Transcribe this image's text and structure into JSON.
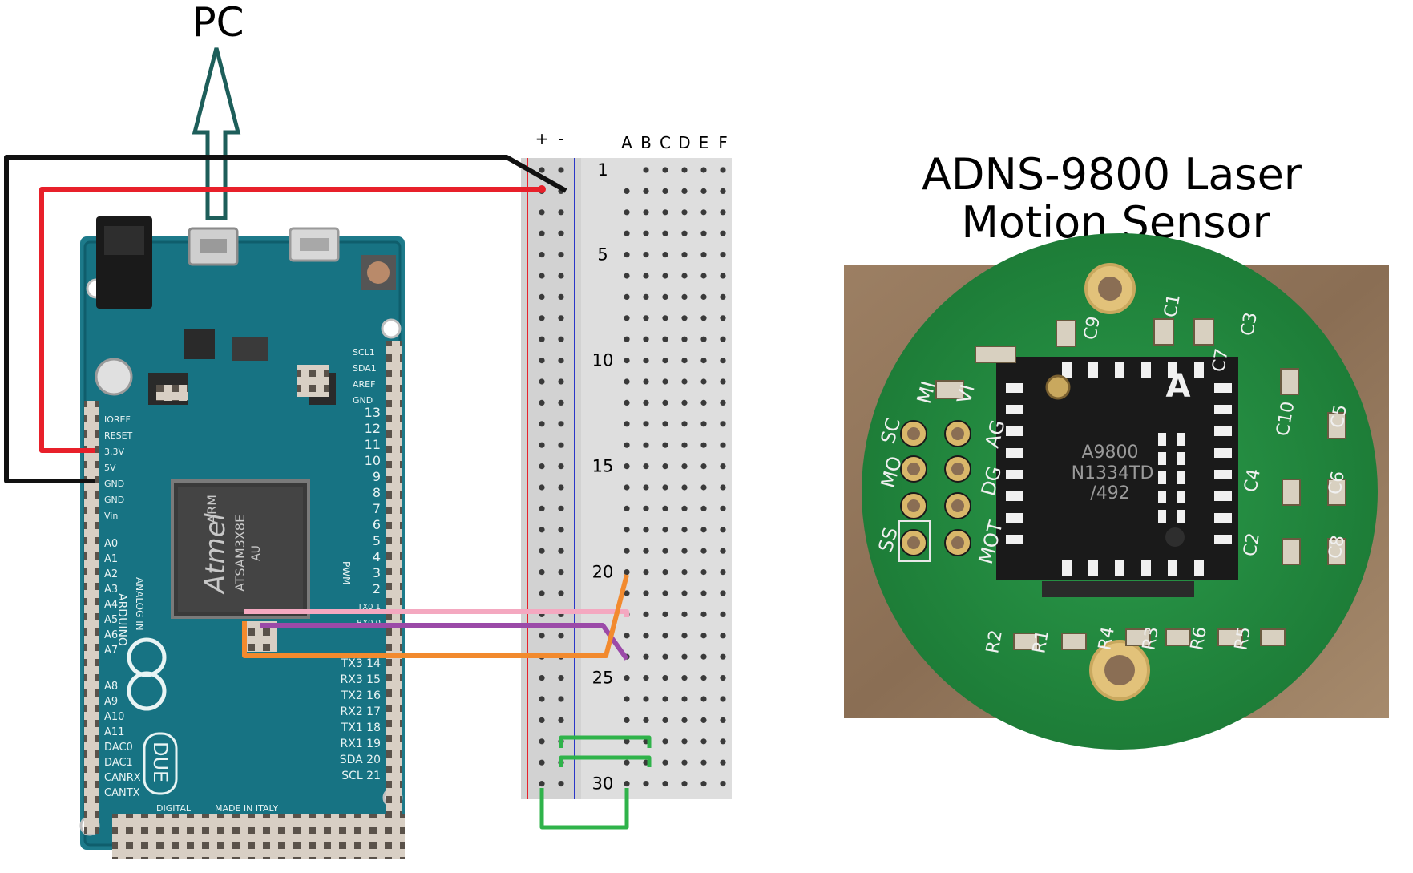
{
  "pc_label": "PC",
  "sensor_title_line1": "ADNS-9800 Laser",
  "sensor_title_line2": "Motion Sensor",
  "breadboard": {
    "rail_labels": [
      "+",
      "-"
    ],
    "column_labels": [
      "A",
      "B",
      "C",
      "D",
      "E",
      "F"
    ],
    "row_numbers": [
      "1",
      "5",
      "10",
      "15",
      "20",
      "25",
      "30"
    ]
  },
  "arduino": {
    "chip_brand": "Atmel",
    "chip_part": "ATSAM3X8E",
    "chip_sub": "AU",
    "chip_arch": "ARM",
    "board_name": "DUE",
    "brand": "ARDUINO",
    "power_pins": [
      "IOREF",
      "RESET",
      "3.3V",
      "5V",
      "GND",
      "GND",
      "Vin"
    ],
    "analog_pins": [
      "A0",
      "A1",
      "A2",
      "A3",
      "A4",
      "A5",
      "A6",
      "A7",
      "A8",
      "A9",
      "A10",
      "A11",
      "DAC0",
      "DAC1",
      "CANRX",
      "CANTX"
    ],
    "analog_header": "ANALOG IN",
    "top_pins": [
      "SCL1",
      "SDA1",
      "AREF",
      "GND"
    ],
    "digital_pins": [
      "13",
      "12",
      "11",
      "10",
      "9",
      "8",
      "7",
      "6",
      "5",
      "4",
      "3",
      "2",
      "TX0 1",
      "RX0 0"
    ],
    "comm_pins": [
      "TX3 14",
      "RX3 15",
      "TX2 16",
      "RX2 17",
      "TX1 18",
      "RX1 19",
      "SDA 20",
      "SCL 21"
    ],
    "pwm_label": "PWM",
    "bottom_label": "DIGITAL",
    "made_in": "MADE IN ITALY"
  },
  "sensor_board": {
    "chip_text": [
      "A9800",
      "N1334TD",
      "/492"
    ],
    "chip_logo": "A",
    "pin_labels": [
      "MI",
      "VI",
      "SC",
      "AG",
      "MO",
      "DG",
      "SS",
      "MOT"
    ],
    "component_labels": [
      "C1",
      "C3",
      "C9",
      "C7",
      "C10",
      "C5",
      "C4",
      "C6",
      "C2",
      "C8",
      "R2",
      "R1",
      "R4",
      "R3",
      "R6",
      "R5"
    ]
  },
  "wire_colors": {
    "black": "#111111",
    "red": "#e8202a",
    "pink": "#f4a8c0",
    "purple": "#9b4aa8",
    "orange": "#f28a2e",
    "green": "#2fb34a",
    "arrow": "#1d5e5a"
  }
}
